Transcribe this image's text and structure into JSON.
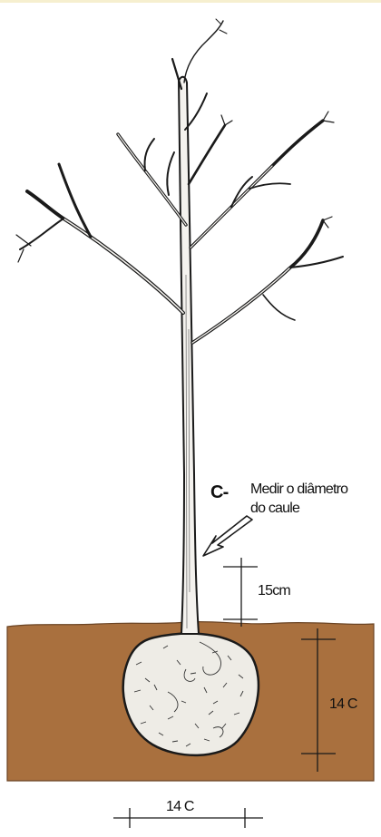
{
  "annotation": {
    "code": "C-",
    "line1": "Medir o diâmetro",
    "line2": "do caule"
  },
  "dimensions": {
    "stem_height_label": "15cm",
    "root_ball_depth_label": "14 C",
    "root_ball_width_label": "14 C"
  },
  "colors": {
    "soil": "#A9703E",
    "soil_outline": "#6B4424",
    "ink": "#1a1a1a",
    "trunk_fill": "#f4f2ee",
    "root_ball_fill": "#eeece6",
    "top_band": "#f6efcf"
  }
}
